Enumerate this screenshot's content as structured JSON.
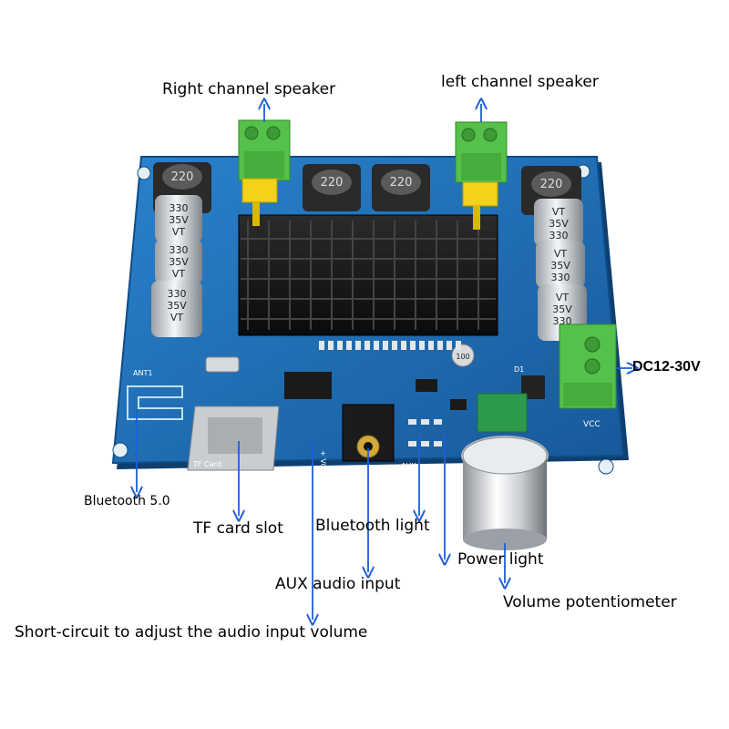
{
  "labels": {
    "right_speaker": "Right channel speaker",
    "left_speaker": "left channel speaker",
    "dc_input": "DC12-30V",
    "bluetooth": "Bluetooth 5.0",
    "tf_slot": "TF card slot",
    "bt_light": "Bluetooth light",
    "power_light": "Power light",
    "aux_input": "AUX audio input",
    "volume_pot": "Volume potentiometer",
    "short_circuit": "Short-circuit to adjust the audio input volume"
  },
  "board": {
    "inductor_marking": "220",
    "cap_marking_value": "330",
    "cap_marking_voltage": "35V",
    "cap_marking_series": "VT",
    "vcc_label": "VCC",
    "tf_label": "TF Card",
    "aux_label": "AUX",
    "vol_label": "+ VOL -",
    "ant_label": "ANT1",
    "small_cap_marking": "100",
    "d1_label": "D1"
  },
  "colors": {
    "pcb": "#1f6fb8",
    "pcb_dark": "#154f8a",
    "terminal": "#55c04a",
    "arrow": "#1e5fd6",
    "heatsink": "#151515",
    "yellow_part": "#f2d21a"
  }
}
